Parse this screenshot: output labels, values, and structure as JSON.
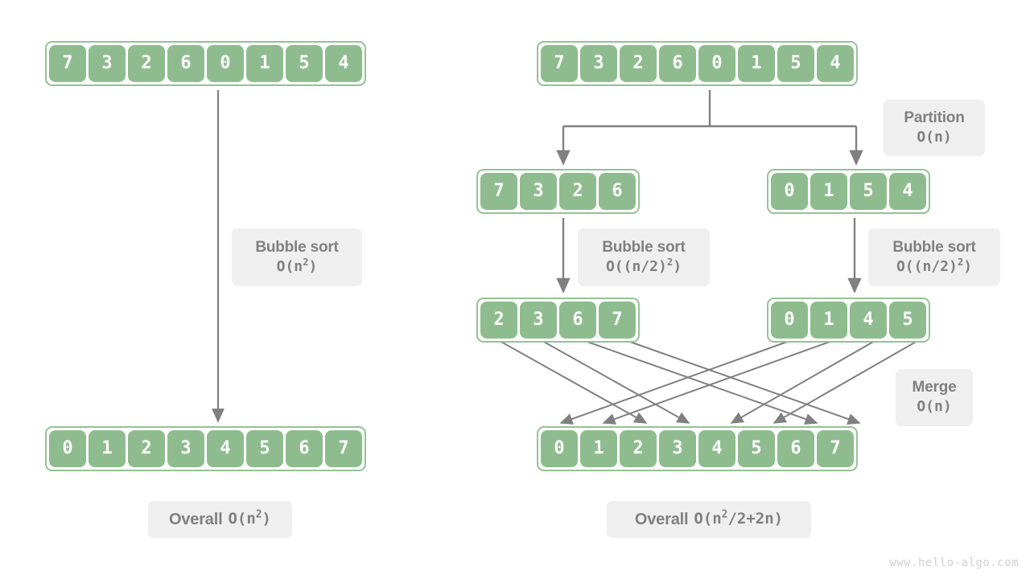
{
  "colors": {
    "cell_fill": "#8fbc8f",
    "array_border": "#93c393",
    "cell_text": "#ffffff",
    "note_bg": "#efefef",
    "note_text": "#808080",
    "arrow": "#808080",
    "background": "#ffffff",
    "watermark": "#d0d0d0"
  },
  "left_diagram": {
    "input_array": [
      "7",
      "3",
      "2",
      "6",
      "0",
      "1",
      "5",
      "4"
    ],
    "output_array": [
      "0",
      "1",
      "2",
      "3",
      "4",
      "5",
      "6",
      "7"
    ],
    "step_note": {
      "title": "Bubble sort",
      "complexity_text": "O(n2)",
      "complexity_base": "O(n",
      "complexity_sup": "2",
      "complexity_tail": ")"
    },
    "overall_note": {
      "title": "Overall",
      "complexity_text": "O(n2)",
      "complexity_base": "O(n",
      "complexity_sup": "2",
      "complexity_tail": ")"
    }
  },
  "right_diagram": {
    "input_array": [
      "7",
      "3",
      "2",
      "6",
      "0",
      "1",
      "5",
      "4"
    ],
    "left_subarray": [
      "7",
      "3",
      "2",
      "6"
    ],
    "right_subarray": [
      "0",
      "1",
      "5",
      "4"
    ],
    "left_sorted": [
      "2",
      "3",
      "6",
      "7"
    ],
    "right_sorted": [
      "0",
      "1",
      "4",
      "5"
    ],
    "merged_array": [
      "0",
      "1",
      "2",
      "3",
      "4",
      "5",
      "6",
      "7"
    ],
    "partition_note": {
      "title": "Partition",
      "complexity_text": "O(n)"
    },
    "bubble_sort_left_note": {
      "title": "Bubble sort",
      "complexity_text": "O((n/2)2)",
      "complexity_base": "O((n/2)",
      "complexity_sup": "2",
      "complexity_tail": ")"
    },
    "bubble_sort_right_note": {
      "title": "Bubble sort",
      "complexity_text": "O((n/2)2)",
      "complexity_base": "O((n/2)",
      "complexity_sup": "2",
      "complexity_tail": ")"
    },
    "merge_note": {
      "title": "Merge",
      "complexity_text": "O(n)"
    },
    "overall_note": {
      "title": "Overall",
      "complexity_text": "O(n2/2+2n)",
      "complexity_base": "O(n",
      "complexity_sup": "2",
      "complexity_tail": "/2+2n)"
    },
    "merge_mapping": [
      {
        "from": "left_sorted.0",
        "to": "merged.2"
      },
      {
        "from": "left_sorted.1",
        "to": "merged.3"
      },
      {
        "from": "left_sorted.2",
        "to": "merged.6"
      },
      {
        "from": "left_sorted.3",
        "to": "merged.7"
      },
      {
        "from": "right_sorted.0",
        "to": "merged.0"
      },
      {
        "from": "right_sorted.1",
        "to": "merged.1"
      },
      {
        "from": "right_sorted.2",
        "to": "merged.4"
      },
      {
        "from": "right_sorted.3",
        "to": "merged.5"
      }
    ]
  },
  "watermark": "www.hello-algo.com"
}
